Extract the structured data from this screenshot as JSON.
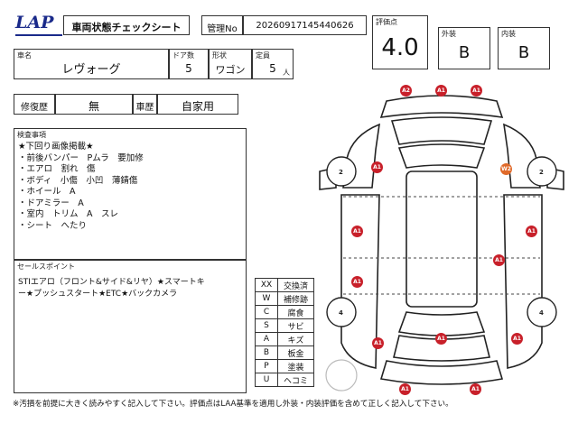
{
  "header": {
    "logo": "LAP",
    "sheet_title": "車両状態チェックシート",
    "control_label": "管理No",
    "control_no": "20260917145440626"
  },
  "grades": {
    "score_label": "評価点",
    "score": "4.0",
    "exterior_label": "外装",
    "exterior": "B",
    "interior_label": "内装",
    "interior": "B"
  },
  "vehicle": {
    "name_label": "車名",
    "name": "レヴォーグ",
    "doors_label": "ドア数",
    "doors": "5",
    "body_label": "形状",
    "body": "ワゴン",
    "capacity_label": "定員",
    "capacity": "5",
    "capacity_unit": "人"
  },
  "history": {
    "repair_label": "修復歴",
    "repair": "無",
    "usage_label": "車歴",
    "usage": "自家用"
  },
  "inspection": {
    "label": "検査事項",
    "lines": [
      "★下回り画像掲載★",
      "",
      "・前後バンパー　Pムラ　要加修",
      "・エアロ　割れ　傷",
      "・ボディ　小傷　小凹　薄錆傷",
      "・ホイール　A",
      "・ドアミラー　A",
      "・室内　トリム　A　スレ",
      "・シート　へたり"
    ]
  },
  "sales": {
    "label": "セールスポイント",
    "lines": [
      "STIエアロ（フロント&サイド&リヤ）★スマートキ",
      "ー★プッシュスタート★ETC★バックカメラ"
    ]
  },
  "legend": [
    {
      "code": "XX",
      "meaning": "交換済"
    },
    {
      "code": "W",
      "meaning": "補修跡"
    },
    {
      "code": "C",
      "meaning": "腐食"
    },
    {
      "code": "S",
      "meaning": "サビ"
    },
    {
      "code": "A",
      "meaning": "キズ"
    },
    {
      "code": "B",
      "meaning": "板金"
    },
    {
      "code": "P",
      "meaning": "塗装"
    },
    {
      "code": "U",
      "meaning": "ヘコミ"
    }
  ],
  "tires": {
    "front_left": "2",
    "front_right": "2",
    "rear_left": "4",
    "rear_right": "4"
  },
  "damage_marks": [
    "A2",
    "A1",
    "A1",
    "A1",
    "W2",
    "A1",
    "A1",
    "A1",
    "A1",
    "A1",
    "A1",
    "A1",
    "A1",
    "A1"
  ],
  "footer_note": "※汚損を前提に大きく読みやすく記入して下さい。評価点はLAA基準を適用し外装・内装評価を含めて正しく記入して下さい。",
  "colors": {
    "damage": "#c8202a",
    "repair_mark": "#e06a2a",
    "logo": "#1a2a8a"
  }
}
